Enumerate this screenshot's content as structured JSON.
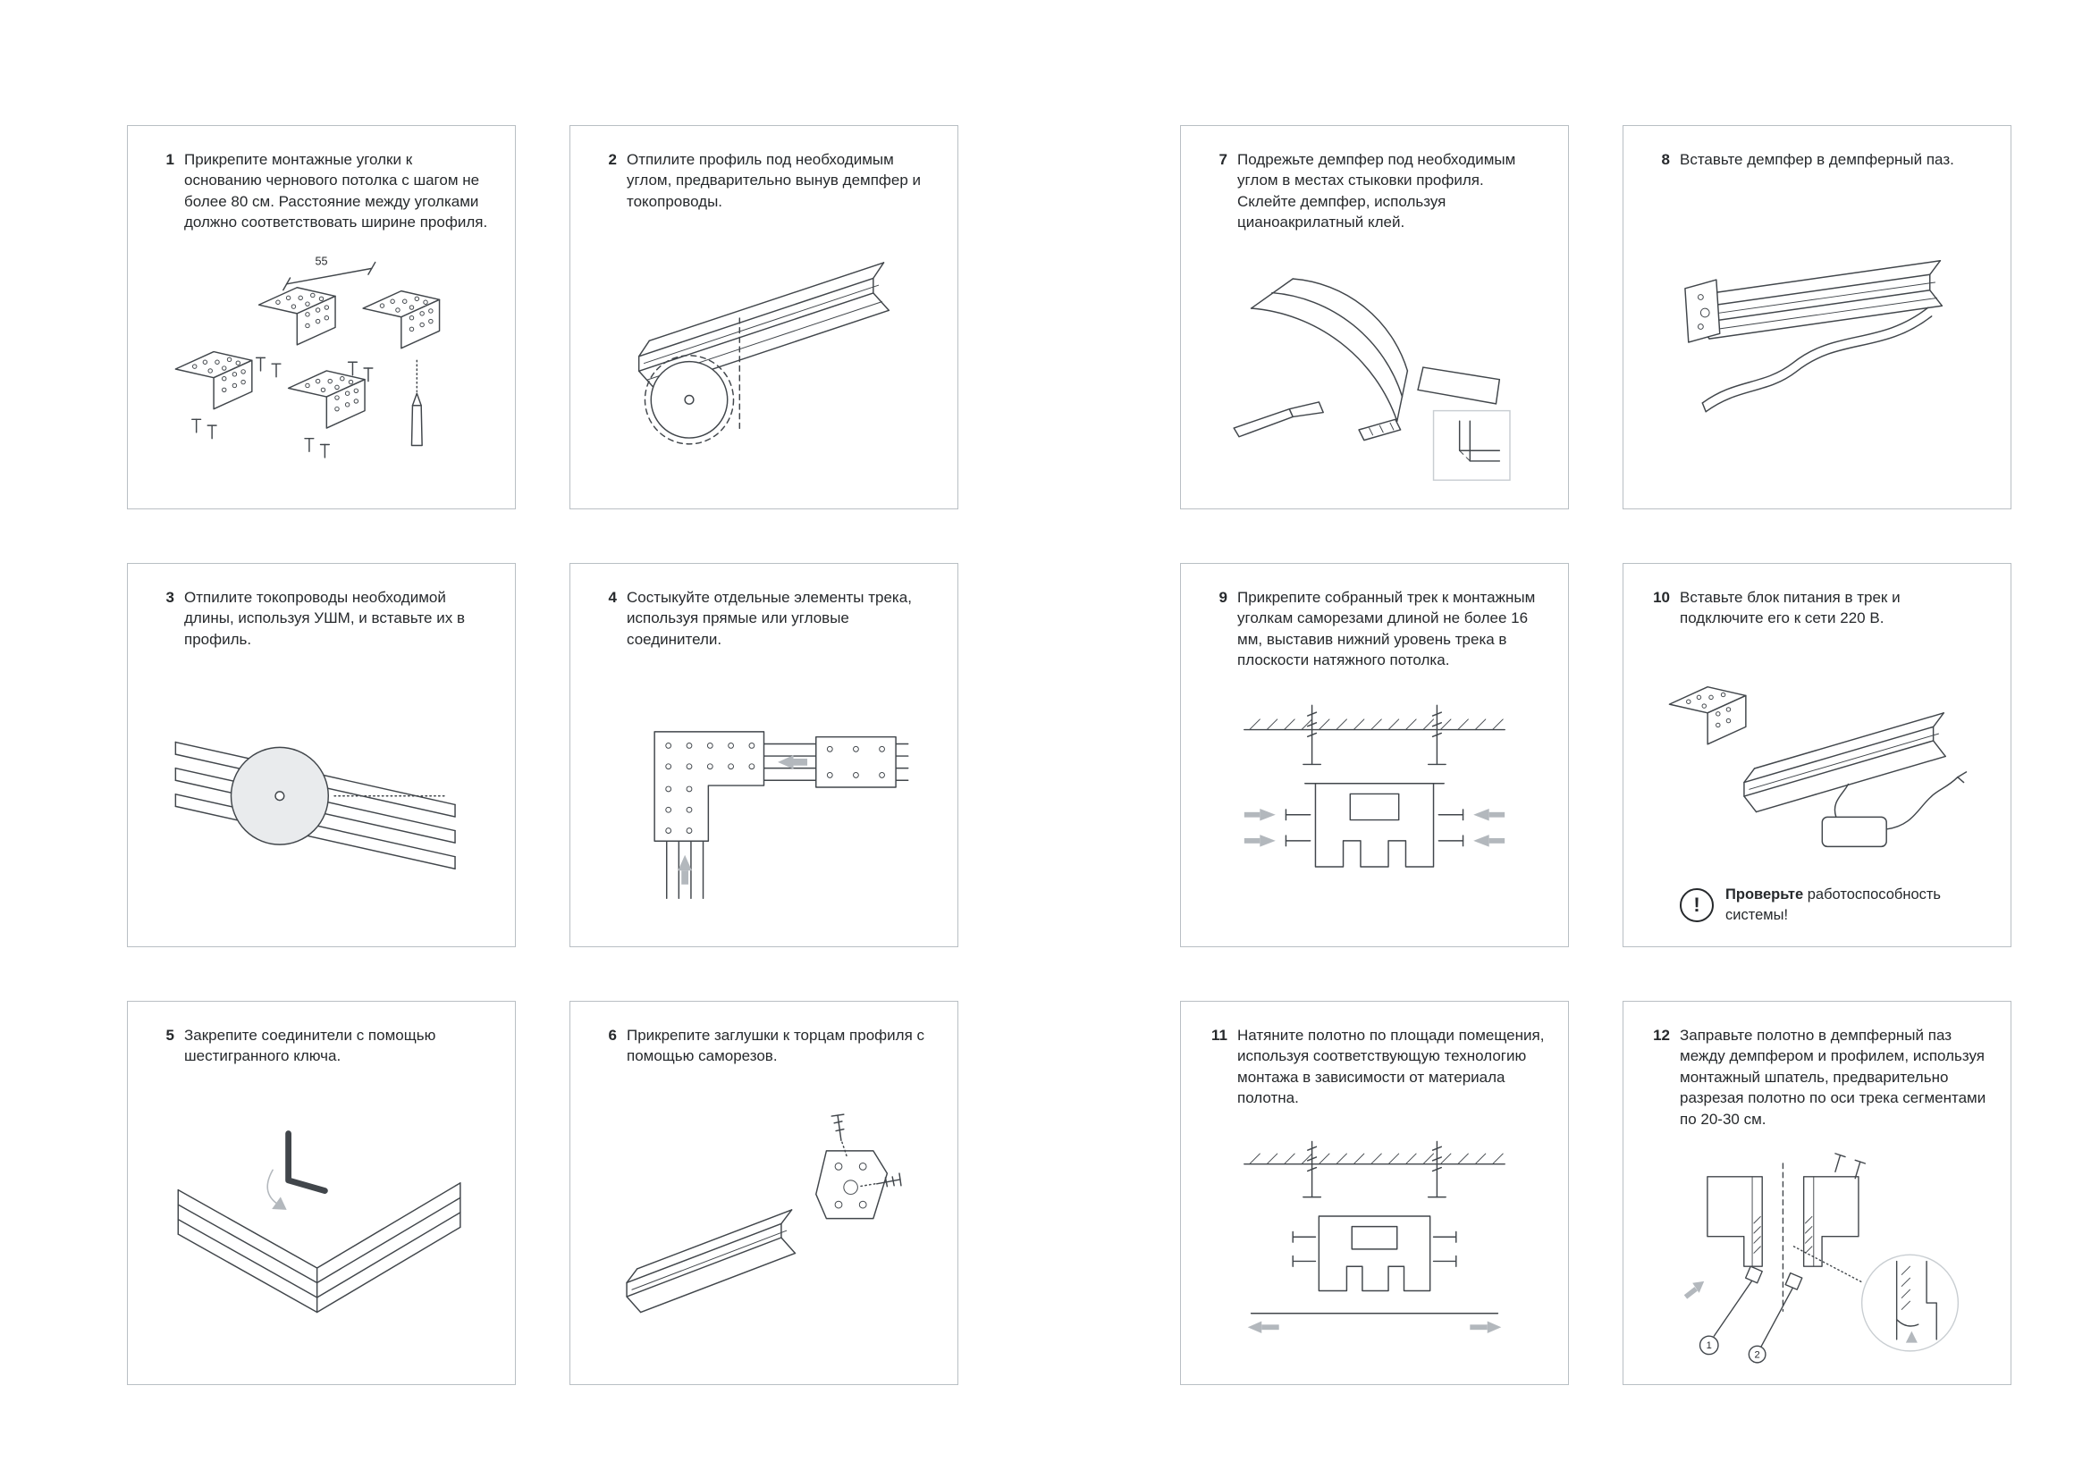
{
  "steps": [
    {
      "num": "1",
      "text": "Прикрепите монтажные уголки к основанию чернового потолка с шагом не более 80 см. Расстояние между уголками должно соответствовать ширине профиля.",
      "labels": {
        "dimension": "55"
      }
    },
    {
      "num": "2",
      "text": "Отпилите профиль под необходимым углом, предварительно вынув демпфер и токопроводы."
    },
    {
      "num": "3",
      "text": "Отпилите токопроводы необходимой длины, используя УШМ, и вставьте их в профиль."
    },
    {
      "num": "4",
      "text": "Состыкуйте отдельные элементы трека, используя прямые или угловые соединители."
    },
    {
      "num": "5",
      "text": "Закрепите соединители с помощью шестигранного ключа."
    },
    {
      "num": "6",
      "text": "Прикрепите заглушки к торцам профиля с помощью саморезов."
    },
    {
      "num": "7",
      "text": "Подрежьте демпфер под необходимым углом в местах стыковки профиля. Склейте демпфер, используя цианоакрилатный клей."
    },
    {
      "num": "8",
      "text": "Вставьте демпфер в демпферный паз."
    },
    {
      "num": "9",
      "text": "Прикрепите собранный трек к монтажным уголкам саморезами длиной не более 16 мм, выставив нижний уровень трека в плоскости натяжного потолка."
    },
    {
      "num": "10",
      "text": "Вставьте блок питания в трек и подключите его к сети 220 В."
    },
    {
      "num": "11",
      "text": "Натяните полотно по площади помещения, используя соответствующую технологию монтажа в зависимости от материала полотна."
    },
    {
      "num": "12",
      "text": "Заправьте полотно в демпферный паз между демпфером и профилем, используя монтажный шпатель, предварительно разрезая полотно по оси трека сегментами по 20-30 см.",
      "labels": {
        "callout1": "1",
        "callout2": "2"
      }
    }
  ],
  "warning": {
    "icon": "!",
    "bold": "Проверьте",
    "rest": " работоспособность системы!"
  },
  "colors": {
    "line": "#41464b",
    "card_border": "#b9bfc4",
    "gray_arrow": "#b3b8bd",
    "disc_fill": "#e9ebed"
  }
}
